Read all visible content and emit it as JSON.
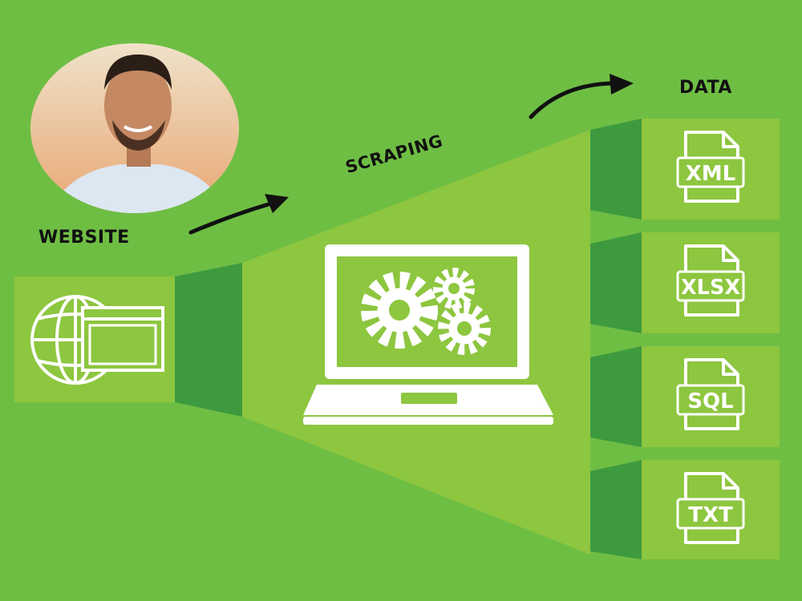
{
  "labels": {
    "website": "WEBSITE",
    "scraping": "SCRAPING",
    "data": "DATA"
  },
  "formats": [
    {
      "label": "XML"
    },
    {
      "label": "XLSX"
    },
    {
      "label": "SQL"
    },
    {
      "label": "TXT"
    }
  ],
  "colors": {
    "background": "#6fbe44",
    "panel_light": "#8dc63f",
    "panel_dark": "#3e9a3f",
    "icon": "#ffffff",
    "text": "#111111"
  },
  "icons": {
    "person": "person-photo",
    "website": "globe-browser-icon",
    "computer": "laptop-gears-icon",
    "file": "document-icon"
  }
}
